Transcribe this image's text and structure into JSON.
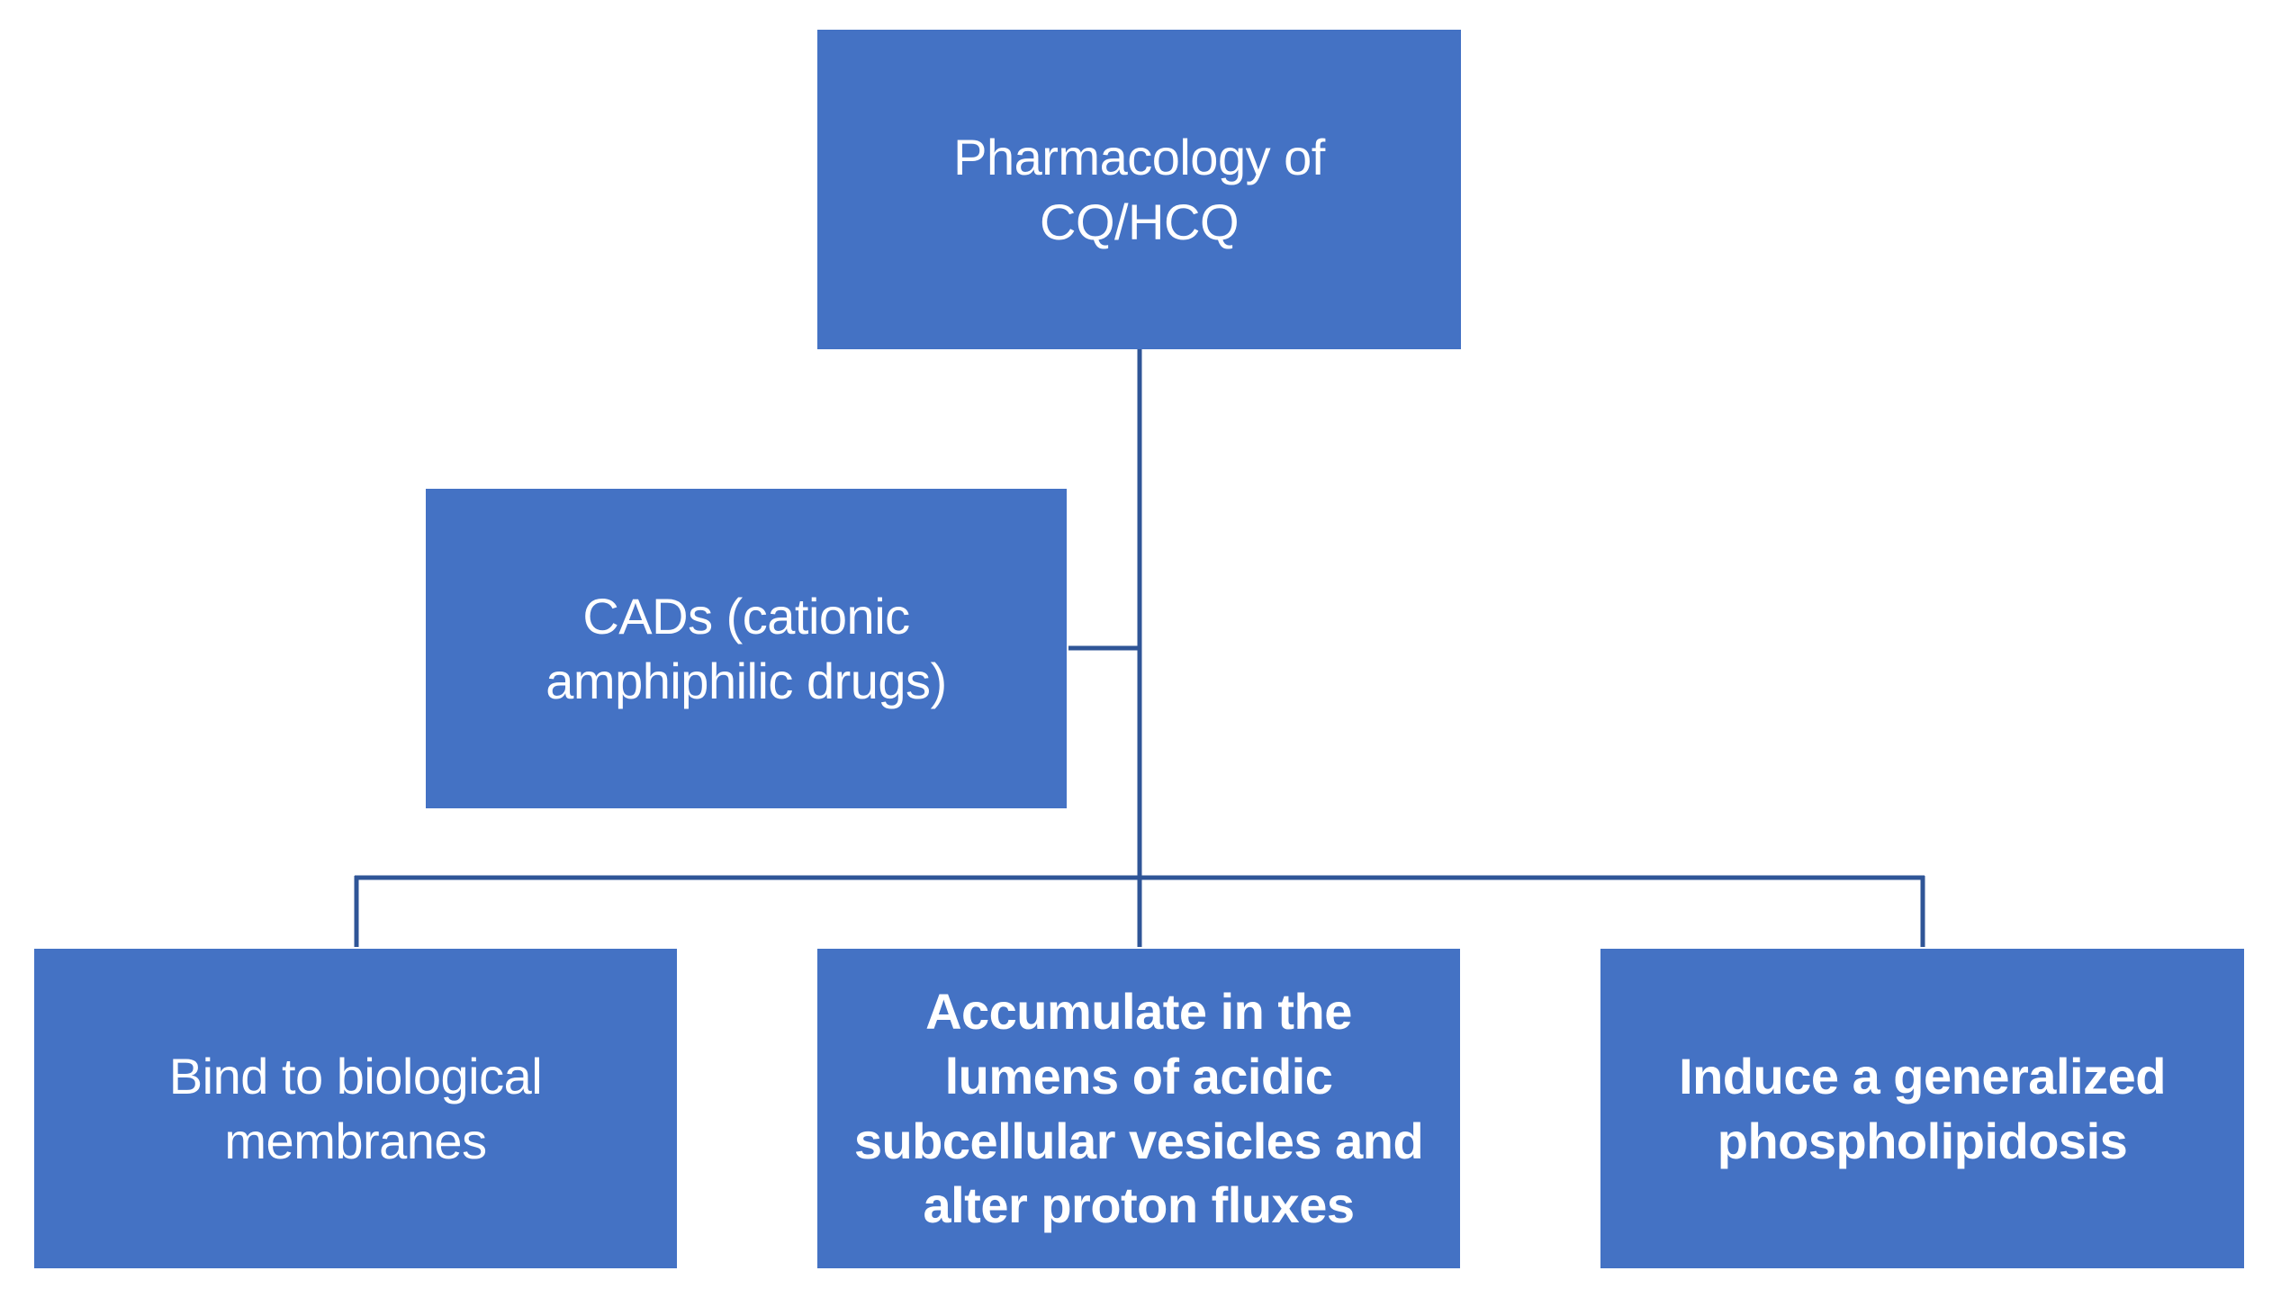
{
  "diagram": {
    "type": "flowchart",
    "colors": {
      "box_fill": "#4472C4",
      "line_color": "#2F5597",
      "text_color": "#ffffff",
      "background": "#ffffff"
    },
    "nodes": [
      {
        "id": "root",
        "label": "Pharmacology of\nCQ/HCQ",
        "emphasis": "regular"
      },
      {
        "id": "cads",
        "label": "CADs (cationic\namphiphilic drugs)",
        "emphasis": "regular"
      },
      {
        "id": "bind",
        "label": "Bind to biological\nmembranes",
        "emphasis": "regular"
      },
      {
        "id": "accumulate",
        "label": "Accumulate in the\nlumens of acidic\nsubcellular vesicles and\nalter proton fluxes",
        "emphasis": "bold"
      },
      {
        "id": "induce",
        "label": "Induce a generalized\nphospholipidosis",
        "emphasis": "bold"
      }
    ]
  }
}
